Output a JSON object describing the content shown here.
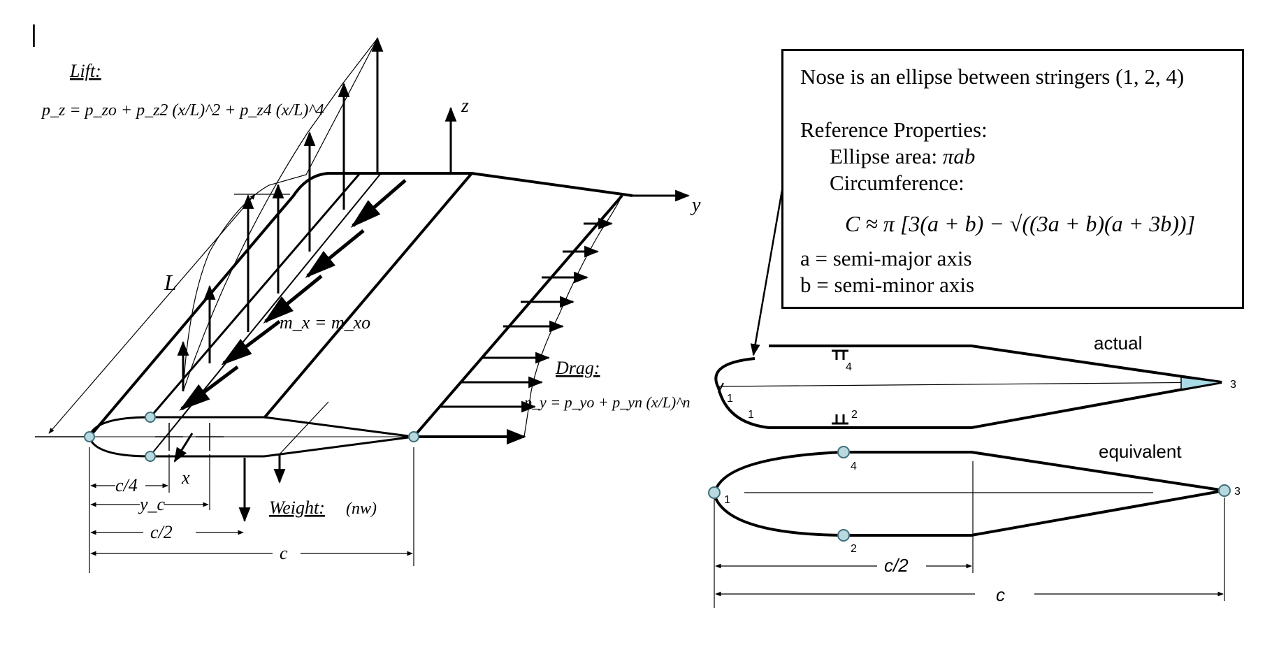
{
  "cursor_mark": "|",
  "left_diagram": {
    "lift_label": "Lift:",
    "lift_formula": "p_z = p_zo + p_z2 (x/L)^2 + p_z4 (x/L)^4",
    "z_axis": "z",
    "y_axis": "y",
    "x_axis": "x",
    "length_label": "L",
    "moment_label": "m_x = m_xo",
    "drag_label": "Drag:",
    "drag_formula": "p_y = p_yo + p_yn (x/L)^n",
    "weight_label": "Weight:",
    "weight_value": "(nw)",
    "dim_c4": "c/4",
    "dim_yc": "y_c",
    "dim_c2": "c/2",
    "dim_c": "c"
  },
  "info_box": {
    "line1": "Nose is an ellipse between stringers (1, 2, 4)",
    "line2": "Reference Properties:",
    "line3_label": "Ellipse area: ",
    "line3_value": "πab",
    "line4": "Circumference:",
    "formula": "C ≈ π [3(a + b) − √((3a + b)(a + 3b))]",
    "line5": "a =  semi-major axis",
    "line6": "b = semi-minor axis"
  },
  "right_diagram": {
    "actual_label": "actual",
    "equivalent_label": "equivalent",
    "stringers_actual": [
      "1",
      "1",
      "2",
      "3",
      "4"
    ],
    "stringers_equivalent": [
      "1",
      "2",
      "3",
      "4"
    ],
    "dim_c2": "c/2",
    "dim_c": "c"
  },
  "colors": {
    "stringer_fill": "#b8d9df",
    "stringer_stroke": "#3e6f7a",
    "trailing_fill": "#a9dbe6"
  }
}
